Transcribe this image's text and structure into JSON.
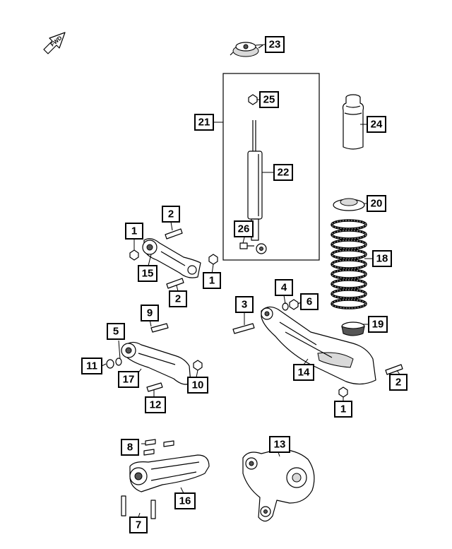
{
  "forward_arrow": {
    "label": "FWD",
    "icon": "forward-direction-arrow-icon"
  },
  "callouts": {
    "c1a": "1",
    "c1b": "1",
    "c1c": "1",
    "c2a": "2",
    "c2b": "2",
    "c2c": "2",
    "c3": "3",
    "c4": "4",
    "c5": "5",
    "c6": "6",
    "c7": "7",
    "c8": "8",
    "c9": "9",
    "c10": "10",
    "c11": "11",
    "c12": "12",
    "c13": "13",
    "c14": "14",
    "c15": "15",
    "c16": "16",
    "c17": "17",
    "c18": "18",
    "c19": "19",
    "c20": "20",
    "c21": "21",
    "c22": "22",
    "c23": "23",
    "c24": "24",
    "c25": "25",
    "c26": "26"
  }
}
